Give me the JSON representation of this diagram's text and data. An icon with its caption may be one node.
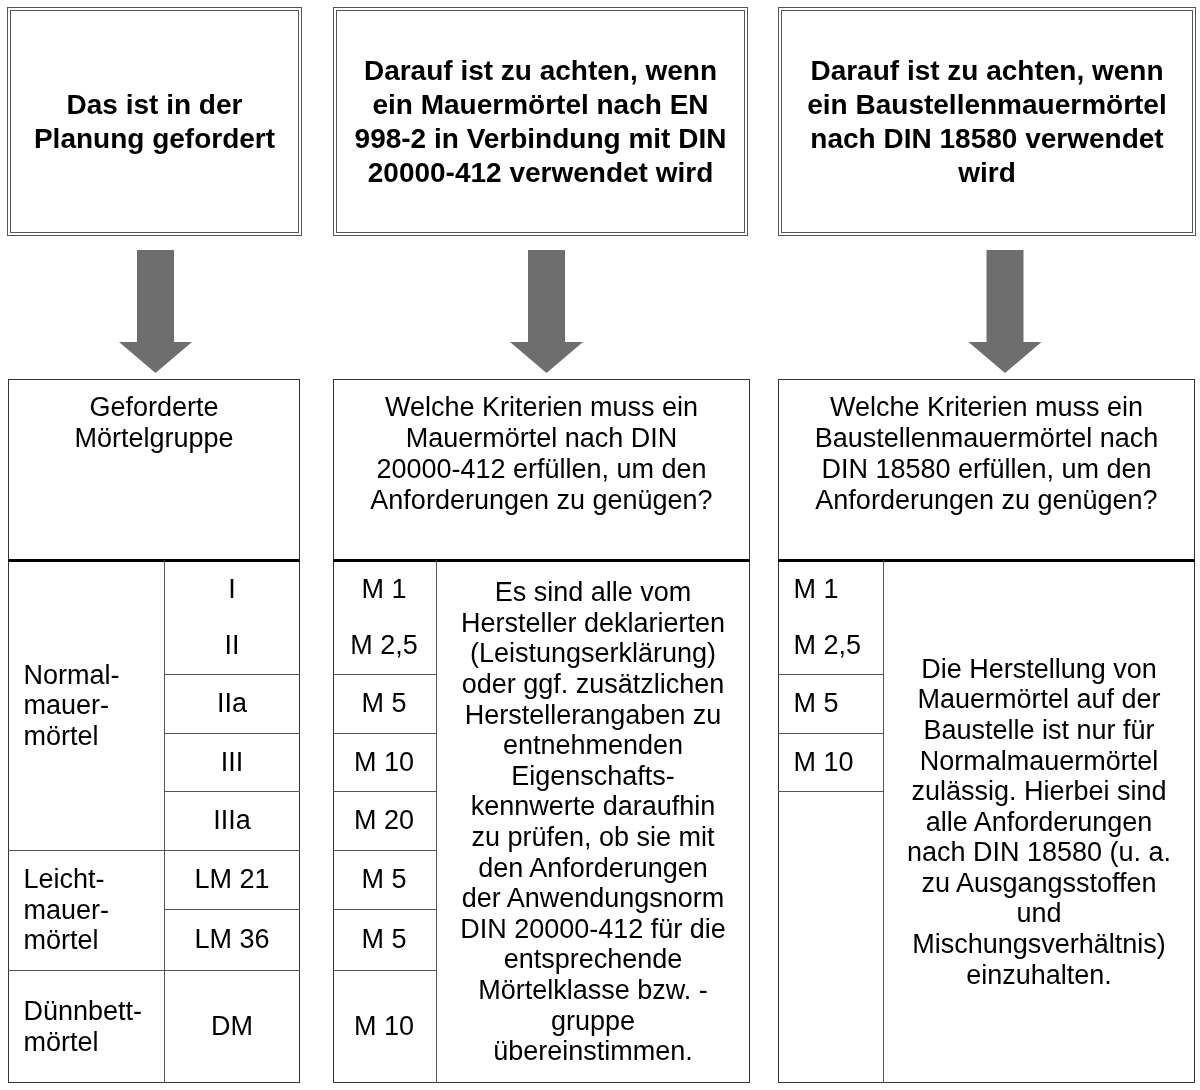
{
  "diagram": {
    "nodes": [
      {
        "text": [
          "Das ist in der Planung gefordert"
        ]
      },
      {
        "text": [
          "Darauf ist zu achten, wenn ein Mauermörtel nach EN 998-2 in Verbindung mit DIN 20000-412 verwendet wird"
        ]
      },
      {
        "text": [
          "Darauf ist zu achten, wenn ein Baustellenmauermörtel nach DIN 18580 verwendet wird"
        ]
      },
      {
        "text": [
          "Geforderte Mörtelgruppe"
        ]
      },
      {
        "text": [
          "Welche Kriterien muss ein Mauermörtel nach DIN 20000-412 erfüllen, um den Anforderungen zu genügen?"
        ]
      },
      {
        "text": [
          "Welche Kriterien muss ein Baustellenmauermörtel nach DIN 18580 erfüllen, um den Anforderungen zu genügen?"
        ]
      }
    ],
    "edges": [
      {
        "from": 0,
        "to": 3,
        "arrow": "to"
      },
      {
        "from": 1,
        "to": 4,
        "arrow": "to"
      },
      {
        "from": 2,
        "to": 5,
        "arrow": "to"
      }
    ],
    "labels": [
      "Normal- mauer- mörtel",
      "I",
      "II",
      "IIa",
      "III",
      "IIIa",
      "Leicht- mauer- mörtel",
      "LM 21",
      "LM 36",
      "Dünnbett- mörtel",
      "DM",
      "M 1",
      "Es sind alle vom Hersteller deklarierten (Leistungserklärung) oder ggf. zusätzlichen Herstellerangaben zu entnehmenden Eigenschafts- kennwerte daraufhin zu prüfen, ob sie mit den Anforderungen der Anwendungsnorm DIN 20000-412 für die entsprechende Mörtelklasse bzw. -gruppe übereinstimmen.",
      "M 2,5",
      "M 5",
      "M 10",
      "M 20",
      "M 5",
      "M 5",
      "M 10",
      "M 1",
      "Die Herstellung von Mauermörtel auf der Baustelle ist nur für Normalmauermörtel zulässig. Hierbei sind alle Anforderungen nach DIN 18580 (u. a. zu Ausgangsstoffen und Mischungsverhältnis) einzuhalten.",
      "M 2,5",
      "M 5",
      "M 10"
    ]
  }
}
